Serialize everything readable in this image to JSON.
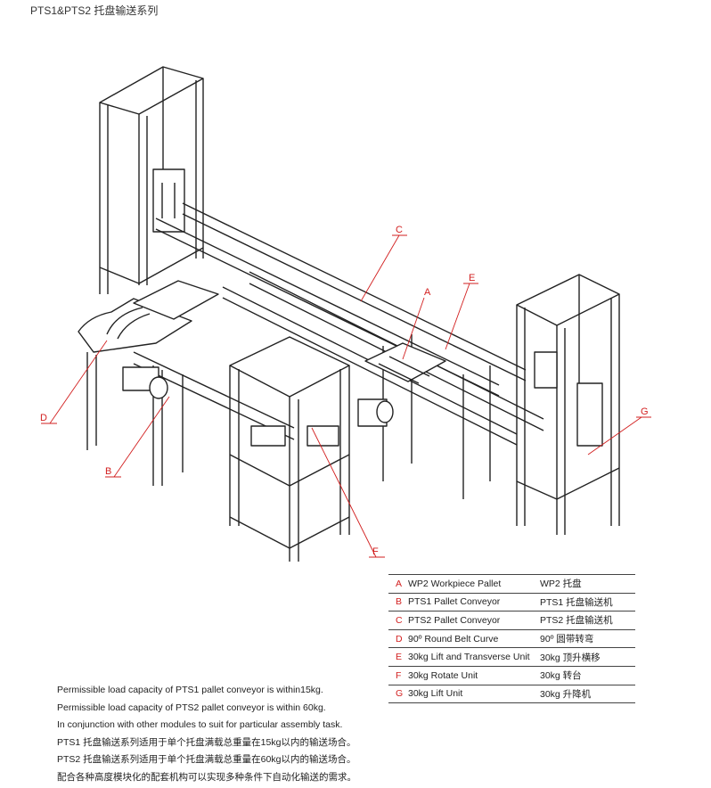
{
  "title": "PTS1&PTS2 托盘输送系列",
  "callouts": [
    "A",
    "B",
    "C",
    "D",
    "E",
    "F",
    "G"
  ],
  "colors": {
    "callout": "#d21f1f",
    "line": "#222222"
  },
  "legend": [
    {
      "letter": "A",
      "en": "WP2 Workpiece Pallet",
      "cn": "WP2 托盘"
    },
    {
      "letter": "B",
      "en": "PTS1 Pallet Conveyor",
      "cn": "PTS1 托盘输送机"
    },
    {
      "letter": "C",
      "en": "PTS2 Pallet Conveyor",
      "cn": "PTS2 托盘输送机"
    },
    {
      "letter": "D",
      "en": "90º Round Belt Curve",
      "cn": "90º 圆带转弯"
    },
    {
      "letter": "E",
      "en": "30kg Lift and Transverse Unit",
      "cn": "30kg 顶升横移"
    },
    {
      "letter": "F",
      "en": "30kg Rotate Unit",
      "cn": "30kg 转台"
    },
    {
      "letter": "G",
      "en": "30kg Lift Unit",
      "cn": "30kg 升降机"
    }
  ],
  "notes": [
    "Permissible load capacity of PTS1 pallet conveyor is within15kg.",
    "Permissible load capacity of PTS2 pallet conveyor is within 60kg.",
    "In conjunction with other modules to suit for particular assembly task.",
    "PTS1 托盘输送系列适用于单个托盘满载总重量在15kg以内的输送场合。",
    "PTS2 托盘输送系列适用于单个托盘满载总重量在60kg以内的输送场合。",
    "配合各种高度模块化的配套机构可以实现多种条件下自动化输送的需求。"
  ]
}
